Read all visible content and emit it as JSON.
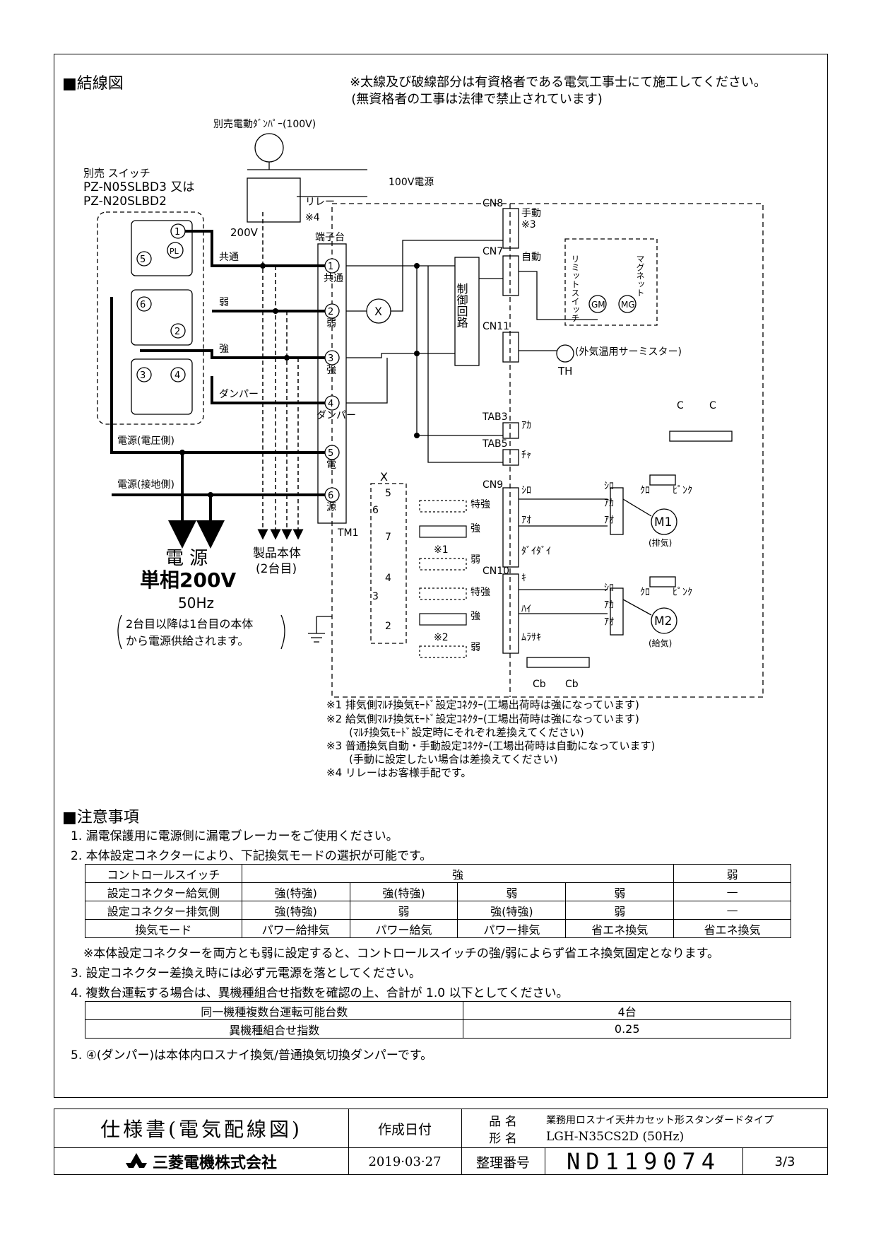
{
  "header": {
    "section_wiring": "■結線図",
    "warning_1": "※太線及び破線部分は有資格者である電気工事士にて施工してください。",
    "warning_2": "(無資格者の工事は法律で禁止されています)"
  },
  "diagram": {
    "damper_label": "別売電動ﾀﾞﾝﾊﾟｰ(100V)",
    "power_100v": "100V電源",
    "relay": "リレー",
    "note4_mark": "※4",
    "v200": "200V",
    "switch_line1": "別売 スイッチ",
    "switch_line2": "PZ-N05SLBD3 又は",
    "switch_line3": "PZ-N20SLBD2",
    "terminal_block": "端子台",
    "tm1": "TM1",
    "w_common": "共通",
    "w_weak": "弱",
    "w_strong": "強",
    "w_damper": "ダンパー",
    "w_power_v": "電源(電圧側)",
    "w_power_g": "電源(接地側)",
    "t1": "共通",
    "t2": "弱",
    "t3": "強",
    "t4": "ダンパー",
    "t5": "電",
    "t6": "源",
    "cn8": "CN8",
    "cn8_manual": "手動",
    "cn8_note": "※3",
    "cn7": "CN7",
    "cn7_auto": "自動",
    "cn11": "CN11",
    "cn9": "CN9",
    "cn10": "CN10",
    "control": "制御回路",
    "limit_switch": "リミットスイッチ",
    "magnet": "マグネット",
    "gm": "GM",
    "mg": "MG",
    "thermistor": "(外気温用サーミスター)",
    "th": "TH",
    "tab3": "TAB3",
    "tab5": "TAB5",
    "aka": "ｱｶ",
    "cha": "ﾁｬ",
    "shiro": "ｼﾛ",
    "ao": "ｱｵ",
    "daidai": "ﾀﾞｲﾀﾞｲ",
    "ki": "ｷ",
    "hai": "ﾊｲ",
    "murasaki": "ﾑﾗｻｷ",
    "kuro": "ｸﾛ",
    "pink": "ﾋﾟﾝｸ",
    "c": "C",
    "cb": "Cb",
    "m1": "M1",
    "m1_sub": "(排気)",
    "m2": "M2",
    "m2_sub": "(給気)",
    "x": "X",
    "tokkyo": "特強",
    "kyo": "強",
    "jaku": "弱",
    "note1_mark": "※1",
    "note2_mark": "※2",
    "power_title": "電 源",
    "power_single": "単相200V",
    "power_hz": "50Hz",
    "power_note1": "2台目以降は1台目の本体",
    "power_note2": "から電源供給されます。",
    "product_body1": "製品本体",
    "product_body2": "(2台目)",
    "pl": "PL",
    "sw1": "1",
    "sw2": "2",
    "sw3": "3",
    "sw4": "4",
    "sw5": "5",
    "sw6": "6",
    "x5": "5",
    "x6": "6",
    "x7": "7",
    "x4": "4",
    "x3": "3",
    "x2": "2"
  },
  "footnotes": [
    "※1 排気側ﾏﾙﾁ換気ﾓｰﾄﾞ設定ｺﾈｸﾀｰ(工場出荷時は強になっています)",
    "※2 給気側ﾏﾙﾁ換気ﾓｰﾄﾞ設定ｺﾈｸﾀｰ(工場出荷時は強になっています)",
    "(ﾏﾙﾁ換気ﾓｰﾄﾞ設定時にそれぞれ差換えてください)",
    "※3 普通換気自動・手動設定ｺﾈｸﾀｰ(工場出荷時は自動になっています)",
    "(手動に設定したい場合は差換えてください)",
    "※4 リレーはお客様手配です。"
  ],
  "notes": {
    "title": "■注意事項",
    "n1": "1. 漏電保護用に電源側に漏電ブレーカーをご使用ください。",
    "n2": "2. 本体設定コネクターにより、下記換気モードの選択が可能です。",
    "n2_sub": "※本体設定コネクターを両方とも弱に設定すると、コントロールスイッチの強/弱によらず省エネ換気固定となります。",
    "n3": "3. 設定コネクター差換え時には必ず元電源を落としてください。",
    "n4": "4. 複数台運転する場合は、異機種組合せ指数を確認の上、合計が 1.0 以下としてください。",
    "n5": "5. ④(ダンパー)は本体内ロスナイ換気/普通換気切換ダンパーです。"
  },
  "mode_table": {
    "header": [
      "コントロールスイッチ",
      "強",
      "弱"
    ],
    "rows": [
      [
        "設定コネクター給気側",
        "強(特強)",
        "強(特強)",
        "弱",
        "弱",
        "—"
      ],
      [
        "設定コネクター排気側",
        "強(特強)",
        "弱",
        "強(特強)",
        "弱",
        "—"
      ],
      [
        "換気モード",
        "パワー給排気",
        "パワー給気",
        "パワー排気",
        "省エネ換気",
        "省エネ換気"
      ]
    ]
  },
  "multi_table": {
    "rows": [
      [
        "同一機種複数台運転可能台数",
        "4台"
      ],
      [
        "異機種組合せ指数",
        "0.25"
      ]
    ]
  },
  "footer": {
    "doc_title": "仕様書(電気配線図)",
    "date_label": "作成日付",
    "date": "2019·03·27",
    "name_label": "品 名",
    "model_label": "形 名",
    "name_value": "業務用ロスナイ天井カセット形スタンダードタイプ",
    "model_value": "LGH-N35CS2D (50Hz)",
    "ref_label": "整理番号",
    "ref_value": "ND119074",
    "page": "3/3",
    "company": "三菱電機株式会社"
  },
  "colors": {
    "line": "#000000",
    "background": "#ffffff"
  }
}
